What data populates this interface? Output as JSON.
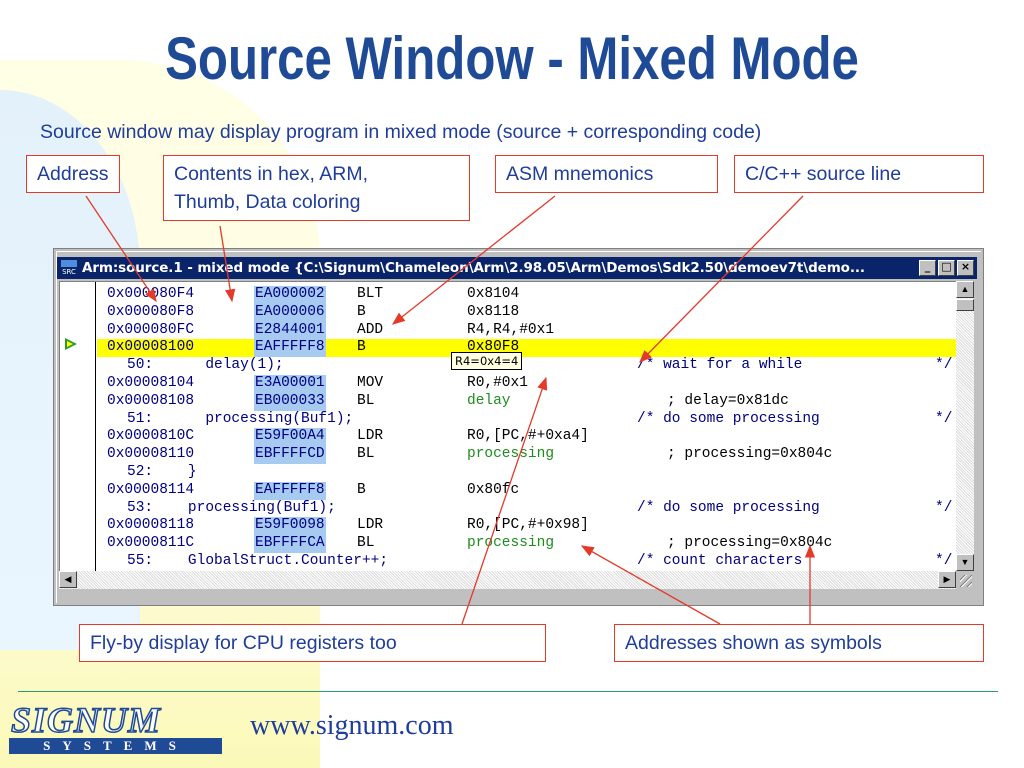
{
  "slide": {
    "title": "Source Window - Mixed Mode",
    "subtitle": "Source window may display program in mixed mode (source + corresponding code)",
    "footer_url": "www.signum.com",
    "logo_word": "SIGNUM",
    "logo_sub": "SYSTEMS"
  },
  "callouts": {
    "address": "Address",
    "contents_1": "Contents in hex, ARM,",
    "contents_2": "Thumb, Data coloring",
    "asm": "ASM mnemonics",
    "source_line": "C/C++ source line",
    "flyby": "Fly-by display for CPU registers too",
    "symbols": "Addresses shown as symbols"
  },
  "window": {
    "icon_label": "SRC",
    "title": "Arm:source.1 - mixed mode {C:\\Signum\\Chameleon\\Arm\\2.98.05\\Arm\\Demos\\Sdk2.50\\demoev7t\\demo...",
    "minimize": "_",
    "maximize": "□",
    "close": "×",
    "tooltip": "R4=0x4=4",
    "lines": [
      {
        "addr": "0x000080F4",
        "hex": "EA000002",
        "mnem": "BLT",
        "oper": "0x8104"
      },
      {
        "addr": "0x000080F8",
        "hex": "EA000006",
        "mnem": "B",
        "oper": "0x8118"
      },
      {
        "addr": "0x000080FC",
        "hex": "E2844001",
        "mnem": "ADD",
        "oper": "R4,R4,#0x1"
      },
      {
        "addr": "0x00008100",
        "hex": "EAFFFFF8",
        "mnem": "B",
        "oper": "0x80F8"
      },
      {
        "src": "50:      delay(1);",
        "cmt": "/* wait for a while",
        "cmt_end": "*/"
      },
      {
        "addr": "0x00008104",
        "hex": "E3A00001",
        "mnem": "MOV",
        "oper": "R0,#0x1"
      },
      {
        "addr": "0x00008108",
        "hex": "EB000033",
        "mnem": "BL",
        "oper": "delay",
        "annot": "; delay=0x81dc"
      },
      {
        "src": "51:      processing(Buf1);",
        "cmt": "/* do some processing",
        "cmt_end": "*/"
      },
      {
        "addr": "0x0000810C",
        "hex": "E59F00A4",
        "mnem": "LDR",
        "oper": "R0,[PC,#+0xa4]"
      },
      {
        "addr": "0x00008110",
        "hex": "EBFFFFCD",
        "mnem": "BL",
        "oper": "processing",
        "annot": "; processing=0x804c"
      },
      {
        "src": "52:    }"
      },
      {
        "addr": "0x00008114",
        "hex": "EAFFFFF8",
        "mnem": "B",
        "oper": "0x80fc"
      },
      {
        "src": "53:    processing(Buf1);",
        "cmt": "/* do some processing",
        "cmt_end": "*/"
      },
      {
        "addr": "0x00008118",
        "hex": "E59F0098",
        "mnem": "LDR",
        "oper": "R0,[PC,#+0x98]"
      },
      {
        "addr": "0x0000811C",
        "hex": "EBFFFFCA",
        "mnem": "BL",
        "oper": "processing",
        "annot": "; processing=0x804c"
      },
      {
        "src": "55:    GlobalStruct.Counter++;",
        "cmt": "/* count characters",
        "cmt_end": "*/"
      }
    ]
  },
  "colors": {
    "title": "#1f4a96",
    "callout_border": "#e33a2a",
    "current_line": "#ffff00",
    "symbol": "#1e8c1e",
    "hex_highlight": "#a6caf0"
  }
}
